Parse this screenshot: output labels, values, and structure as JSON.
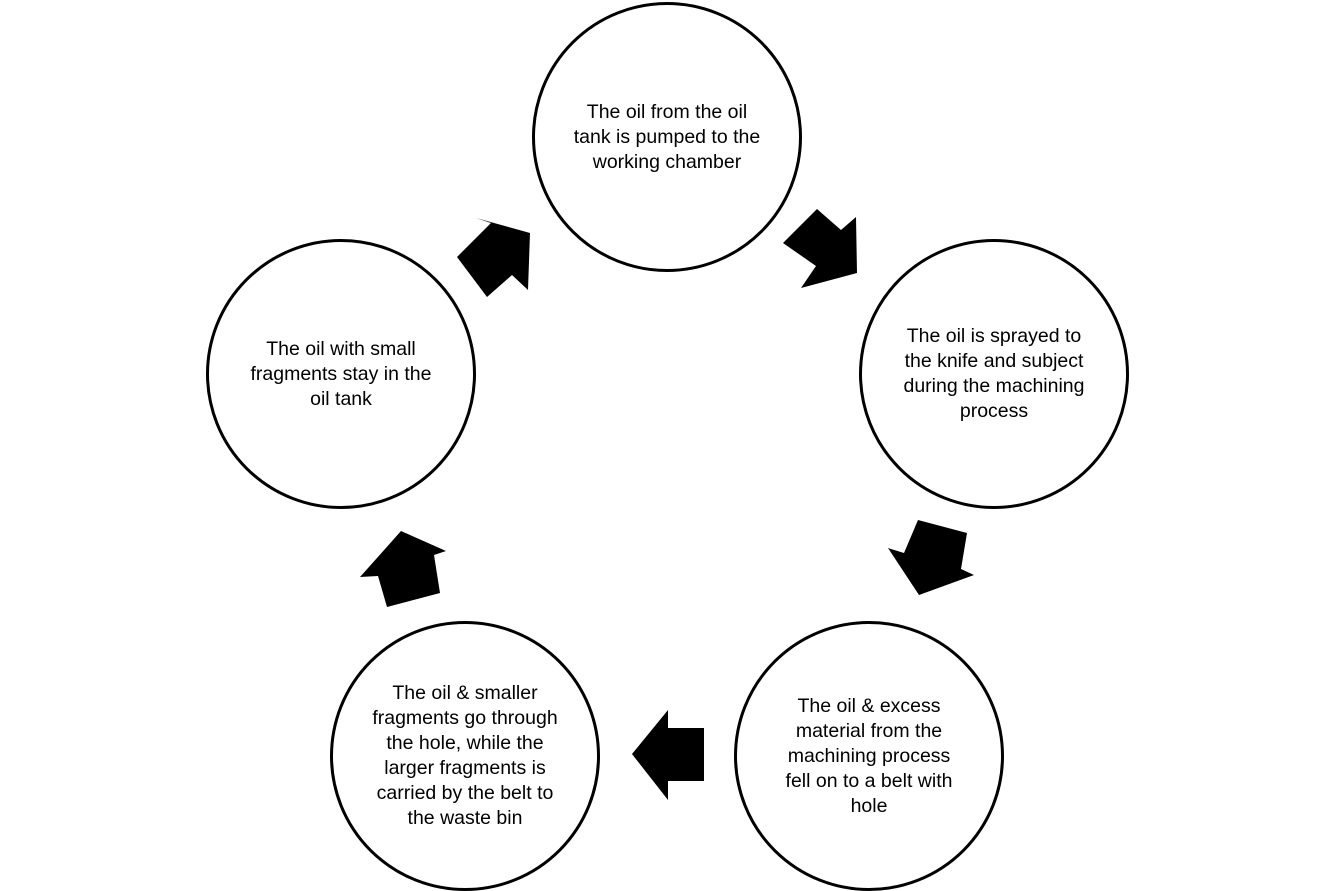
{
  "diagram": {
    "type": "cycle",
    "steps": [
      {
        "id": "step1",
        "text": "The oil from the oil tank is pumped to the working chamber"
      },
      {
        "id": "step2",
        "text": "The oil is sprayed to the knife and subject during the machining process"
      },
      {
        "id": "step3",
        "text": "The oil & excess material from the machining process fell on to a belt with hole"
      },
      {
        "id": "step4",
        "text": "The oil & smaller fragments go through the hole, while the larger fragments is carried by the belt to the waste bin"
      },
      {
        "id": "step5",
        "text": "The oil with small fragments stay in the oil tank"
      }
    ],
    "flow": [
      {
        "from": "step1",
        "to": "step2"
      },
      {
        "from": "step2",
        "to": "step3"
      },
      {
        "from": "step3",
        "to": "step4"
      },
      {
        "from": "step4",
        "to": "step5"
      },
      {
        "from": "step5",
        "to": "step1"
      }
    ],
    "colors": {
      "stroke": "#000000",
      "arrow": "#000000",
      "fill": "#ffffff"
    }
  }
}
